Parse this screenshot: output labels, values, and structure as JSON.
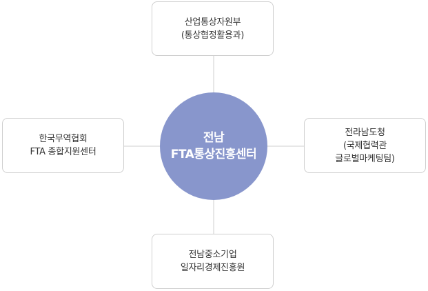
{
  "center": {
    "line1": "전남",
    "line2": "FTA통상진흥센터"
  },
  "top": {
    "line1": "산업통상자원부",
    "line2": "(통상협정활용과)"
  },
  "left": {
    "line1": "한국무역협회",
    "line2": "FTA 종합지원센터"
  },
  "right": {
    "line1": "전라남도청",
    "line2": "(국제협력관",
    "line3": "글로벌마케팅팀)"
  },
  "bottom": {
    "line1": "전남중소기업",
    "line2": "일자리경제진흥원"
  },
  "colors": {
    "center_fill": "#8896cc",
    "box_border": "#cfcfcf",
    "connector": "#cfcfcf"
  }
}
